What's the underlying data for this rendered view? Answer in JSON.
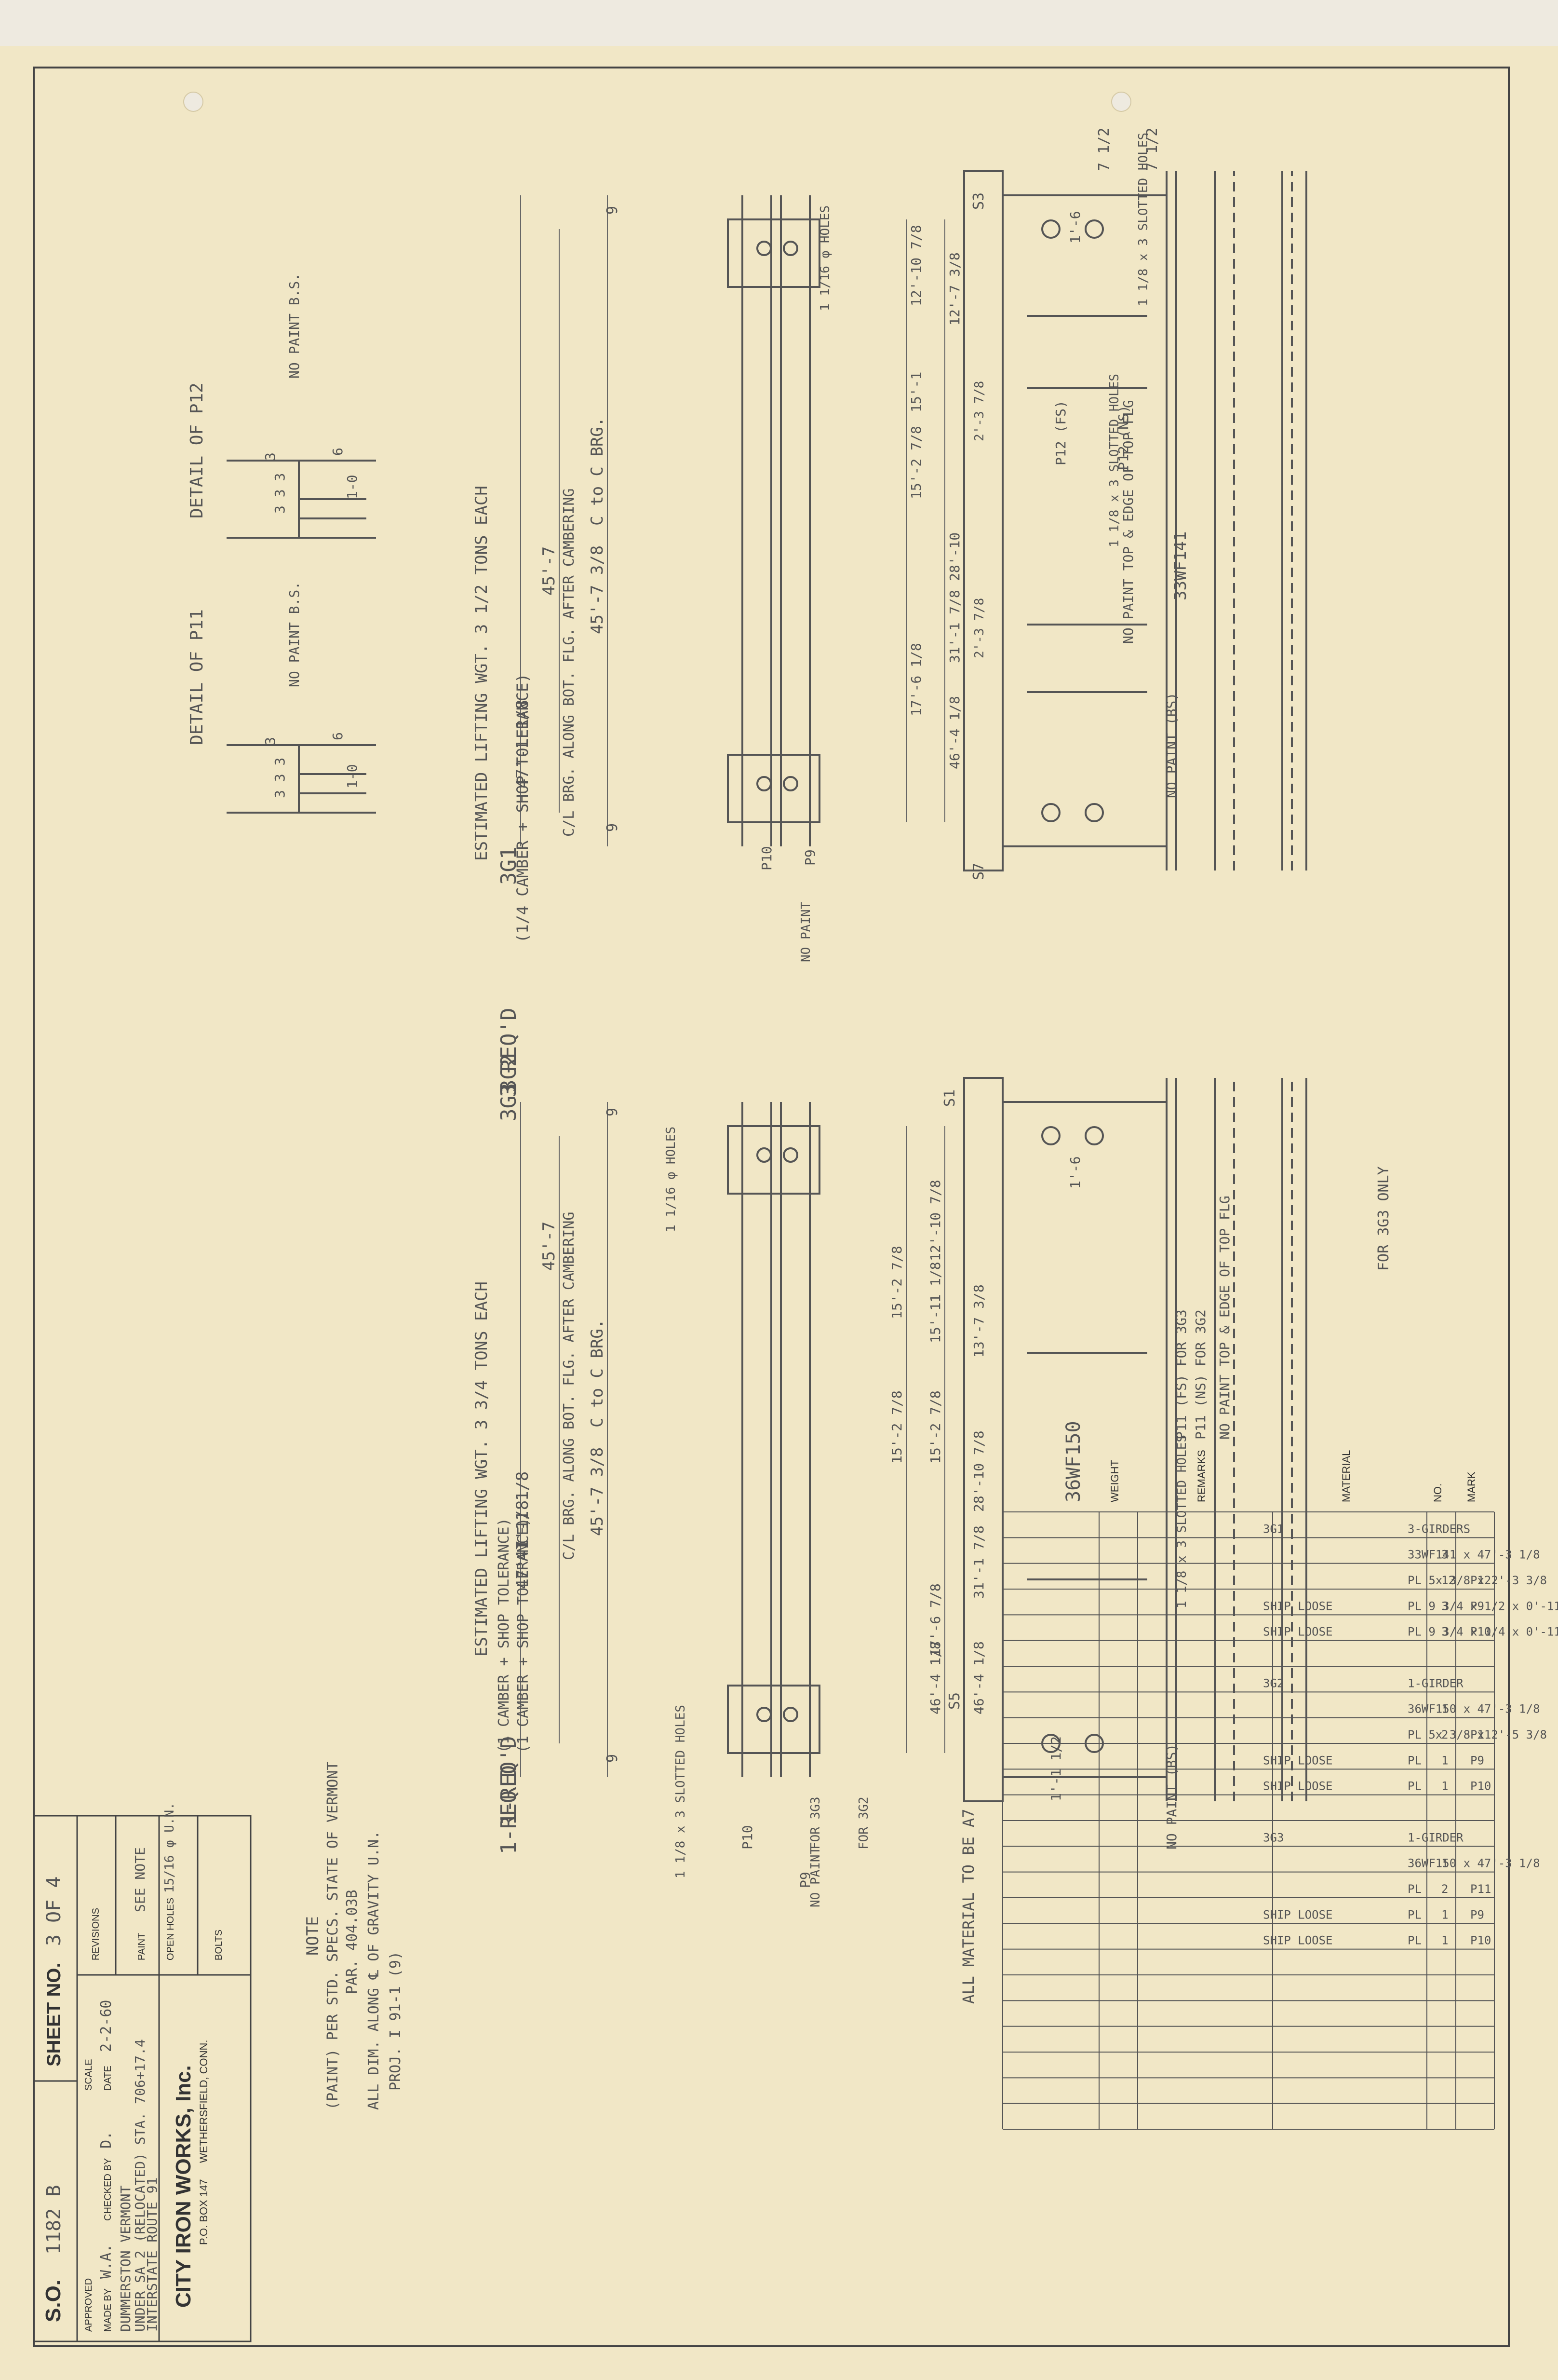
{
  "company": {
    "name": "CITY IRON WORKS, Inc.",
    "address": "P.O. BOX 147",
    "city": "WETHERSFIELD, CONN."
  },
  "title_block": {
    "bolts_label": "BOLTS",
    "open_holes_label": "OPEN HOLES",
    "open_holes_value": "15/16 φ U.N.",
    "paint_label": "PAINT",
    "paint_value": "SEE NOTE",
    "revisions_label": "REVISIONS",
    "project_line1": "INTERSTATE ROUTE 91",
    "project_line2": "UNDER SA 2 (RELOCATED) STA. 706+17.4",
    "project_line3": "DUMMERSTON VERMONT",
    "made_by_label": "MADE BY",
    "made_by": "W.A.",
    "checked_by_label": "CHECKED BY",
    "checked_by": "D.",
    "date_label": "DATE",
    "date": "2-2-60",
    "approved_label": "APPROVED",
    "scale_label": "SCALE",
    "so_label": "S.O.",
    "so_number": "1182 B",
    "sheet_label": "SHEET NO.",
    "sheet_number": "3 OF 4"
  },
  "notes": {
    "heading": "NOTE",
    "line1": "(PAINT) PER STD. SPECS. STATE OF VERMONT",
    "line2": "PAR. 404.03B",
    "line3": "ALL DIM. ALONG ℄ OF GRAVITY U.N.",
    "proj": "PROJ. I 91-1 (9)"
  },
  "bom": {
    "headers": [
      "MARK",
      "NO.",
      "MATERIAL",
      "REMARKS",
      "WEIGHT"
    ],
    "rows": [
      {
        "mark": "",
        "no": "",
        "material": "3-GIRDERS",
        "remarks": "3G1"
      },
      {
        "mark": "",
        "no": "3",
        "material": "33WF141 x 47'-3 1/8",
        "remarks": ""
      },
      {
        "mark": "P12",
        "no": "12",
        "material": "PL 5x 3/8 x 2'-3 3/8",
        "remarks": ""
      },
      {
        "mark": "P9",
        "no": "3",
        "material": "PL 9 3/4 x 1/2 x 0'-11 1/8",
        "remarks": "SHIP LOOSE"
      },
      {
        "mark": "P10",
        "no": "3",
        "material": "PL 9 3/4 x 1/4 x 0'-11 1/8",
        "remarks": "SHIP LOOSE"
      },
      {
        "mark": "",
        "no": "",
        "material": "",
        "remarks": ""
      },
      {
        "mark": "",
        "no": "",
        "material": "1-GIRDER",
        "remarks": "3G2"
      },
      {
        "mark": "",
        "no": "1",
        "material": "36WF150 x 47'-3 1/8",
        "remarks": ""
      },
      {
        "mark": "P11",
        "no": "2",
        "material": "PL 5x 3/8 x 2'-5 3/8",
        "remarks": ""
      },
      {
        "mark": "P9",
        "no": "1",
        "material": "PL",
        "remarks": "SHIP LOOSE"
      },
      {
        "mark": "P10",
        "no": "1",
        "material": "PL",
        "remarks": "SHIP LOOSE"
      },
      {
        "mark": "",
        "no": "",
        "material": "",
        "remarks": ""
      },
      {
        "mark": "",
        "no": "",
        "material": "1-GIRDER",
        "remarks": "3G3"
      },
      {
        "mark": "",
        "no": "1",
        "material": "36WF150 x 47'-3 1/8",
        "remarks": ""
      },
      {
        "mark": "P11",
        "no": "2",
        "material": "PL",
        "remarks": ""
      },
      {
        "mark": "P9",
        "no": "1",
        "material": "PL",
        "remarks": "SHIP LOOSE"
      },
      {
        "mark": "P10",
        "no": "1",
        "material": "PL",
        "remarks": "SHIP LOOSE"
      }
    ],
    "footer": "ALL MATERIAL TO BE A7"
  },
  "girder1": {
    "mark": "3G1",
    "req": "3 REQ'D",
    "section": "33WF141",
    "brg": "45'-7 3/8  C to C BRG.",
    "len_bottom": "45'-7",
    "along_bot": "C/L BRG. ALONG BOT. FLG. AFTER CAMBERING",
    "overall": "47'-1 1/8",
    "camber_note": "(1/4 CAMBER + SHOP TOLERANCE)",
    "lift": "ESTIMATED LIFTING WGT. 3 1/2 TONS EACH",
    "no_paint_top": "NO PAINT TOP & EDGE OF TOP FLG",
    "no_paint_bs": "NO PAINT (BS)",
    "p12ns": "P12 (NS)",
    "p12fs": "P12 (FS)",
    "slotted": "1 1/8 x 3 SLOTTED HOLES",
    "holes": "1 1/16 φ HOLES",
    "s3": "S3",
    "s7": "S7",
    "p9": "P9",
    "p10": "P10",
    "no_paint": "NO PAINT",
    "dims_top": [
      "7 1/2",
      "7 1/2"
    ],
    "dim_16": "1'-6",
    "dims_web": [
      "12'-10 7/8",
      "12'-7 3/8",
      "15'-1",
      "15'-2 7/8",
      "28'-10",
      "31'-1 7/8",
      "17'-6 1/8",
      "46'-4 1/8",
      "2'-3 7/8",
      "2'-3 7/8"
    ],
    "nine": "9"
  },
  "girder2": {
    "mark": "3G2",
    "mark2": "3G3",
    "req": "1-REQ'D",
    "req2": "1-REQ'D",
    "section": "36WF150",
    "brg": "45'-7 3/8  C to C BRG.",
    "len_bottom": "45'-7",
    "along_bot": "C/L BRG. ALONG BOT. FLG. AFTER CAMBERING",
    "overall": "47'-1 1/8",
    "overall2": "47'-1 1/8",
    "camber_note": "(1 CAMBER + SHOP TOLERANCE)",
    "camber_note2": "(1 CAMBER + SHOP TOLERANCE)",
    "lift": "ESTIMATED LIFTING WGT. 3 3/4 TONS EACH",
    "no_paint_top": "NO PAINT TOP & EDGE OF TOP FLG",
    "p11ns": "P11 (NS) FOR 3G2",
    "p11fs": "P11 (FS) FOR 3G3",
    "slotted": "1 1/8 x 3 SLOTTED HOLES",
    "holes": "1 1/16 φ HOLES",
    "for_3g3_only": "FOR 3G3 ONLY",
    "for_3g2": "FOR 3G2",
    "for_3g3": "FOR 3G3",
    "s1": "S1",
    "s5": "S5",
    "p9": "P9",
    "p10": "P10",
    "no_paint": "NO PAINT",
    "no_paint_bs": "NO PAINT (BS)",
    "dims_web": [
      "15'-2 7/8",
      "12'-10 7/8",
      "15'-11 1/8",
      "13'-7 3/8",
      "15'-2 7/8",
      "15'-2 7/8",
      "28'-10 7/8",
      "31'-1 7/8",
      "17'-6 7/8",
      "46'-4 1/8",
      "46'-4 1/8"
    ],
    "dim_16": "1'-6",
    "dim_141": "1'-1 1/2",
    "nine": "9"
  },
  "detail_p12": {
    "title": "DETAIL OF P12",
    "note": "NO PAINT B.S.",
    "d1": "3",
    "d2": "6",
    "d3": "1-0",
    "d4": "3 3 3"
  },
  "detail_p11": {
    "title": "DETAIL OF P11",
    "note": "NO PAINT B.S.",
    "d1": "3",
    "d2": "6",
    "d3": "1-0",
    "d4": "3 3 3"
  }
}
